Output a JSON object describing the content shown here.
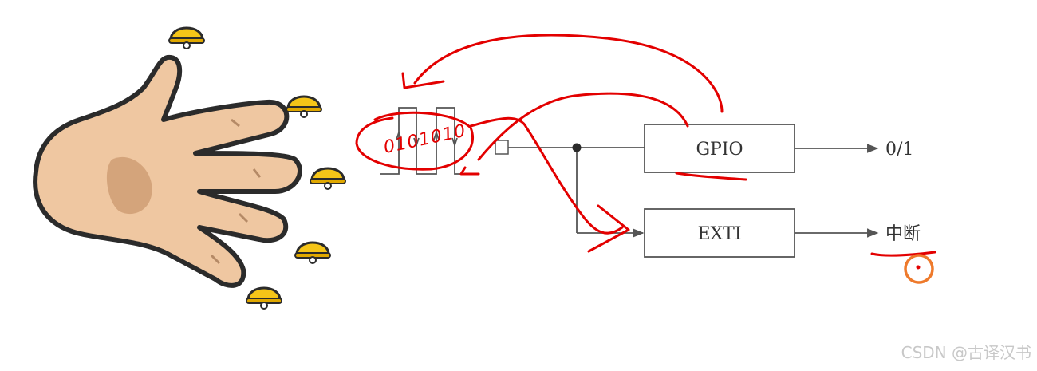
{
  "diagram": {
    "blocks": [
      {
        "id": "gpio",
        "label": "GPIO"
      },
      {
        "id": "exti",
        "label": "EXTI"
      }
    ],
    "outputs": {
      "gpio": "0/1",
      "exti": "中断"
    },
    "annotations": {
      "handwriting": "0101010"
    }
  },
  "watermark": "CSDN @古译汉书",
  "colors": {
    "line": "#555555",
    "ink": "#e30000",
    "circle": "#ee7a2c",
    "skin": "#efc7a1",
    "bell": "#f5c518"
  }
}
